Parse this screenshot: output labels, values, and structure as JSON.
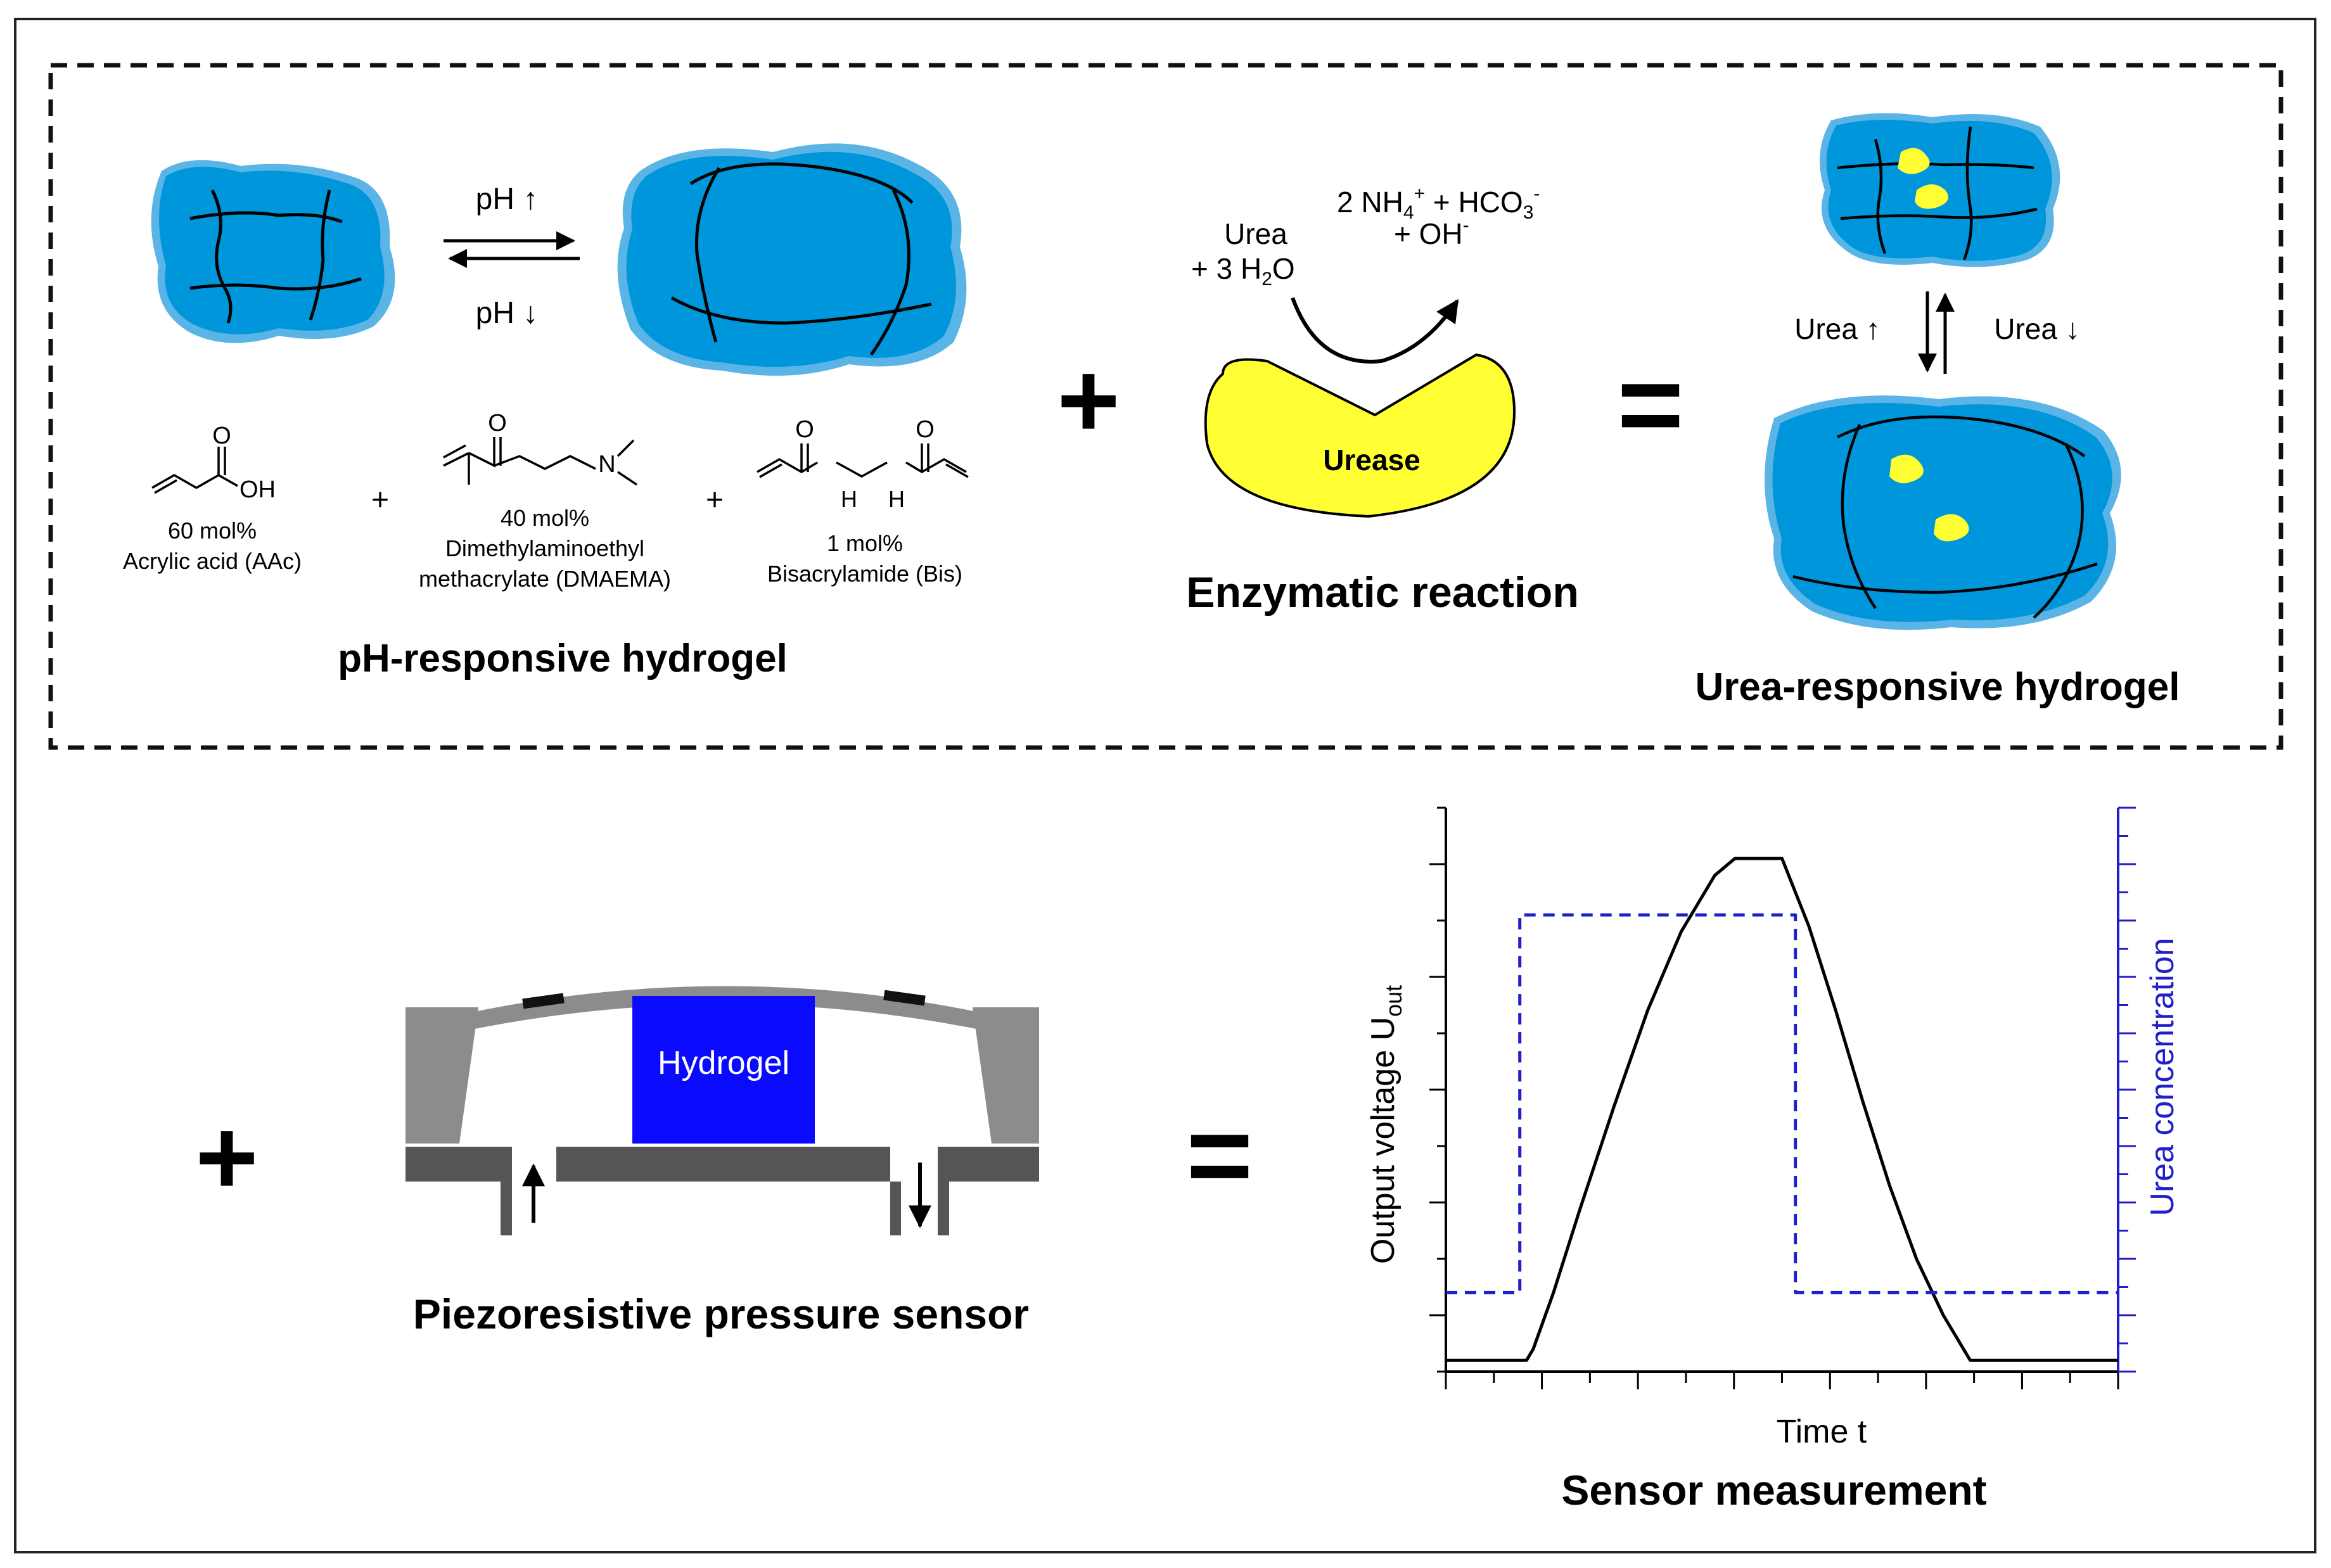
{
  "colors": {
    "gel": "#0096dc",
    "gel_edge": "#5ab4e6",
    "enzyme": "#ffff33",
    "sensor_blue": "#0a0aff",
    "urea_axis": "#1f1fcc",
    "gray_light": "#8c8c8c",
    "gray_dark": "#555555"
  },
  "top_panel": {
    "ph_up": "pH ↑",
    "ph_down": "pH ↓",
    "monomers": [
      {
        "line1": "60 mol%",
        "line2": "Acrylic acid (AAc)",
        "line3": "",
        "atom": "OH",
        "atom_o": "O"
      },
      {
        "line1": "40 mol%",
        "line2": "Dimethylaminoethyl",
        "line3": "methacrylate (DMAEMA)",
        "atom": "N",
        "atom_o": "O"
      },
      {
        "line1": "1 mol%",
        "line2": "Bisacrylamide (Bis)",
        "line3": "",
        "atom": "H",
        "atom_o": "O"
      }
    ],
    "plus": "+",
    "small_plus": "+",
    "ph_hydrogel_label": "pH-responsive hydrogel",
    "reaction_reactant_1": "Urea",
    "reaction_reactant_2": "+ 3 H",
    "reaction_reactant_2_sub": "2",
    "reaction_reactant_2_end": "O",
    "reaction_product_1": "2 NH",
    "reaction_product_1_sub": "4",
    "reaction_product_1_sup": "+",
    "reaction_product_1_end": " + HCO",
    "reaction_product_1_sub2": "3",
    "reaction_product_1_sup2": "-",
    "reaction_product_2": "+ OH",
    "reaction_product_2_sup": "-",
    "enzyme_label": "Urease",
    "enzymatic_label": "Enzymatic reaction",
    "equals": "=",
    "urea_up": "Urea ↑",
    "urea_down": "Urea ↓",
    "urea_hydrogel_label": "Urea-responsive hydrogel"
  },
  "bottom_panel": {
    "plus": "+",
    "equals": "=",
    "hydrogel_label": "Hydrogel",
    "sensor_label": "Piezoresistive pressure sensor",
    "measurement_label": "Sensor measurement"
  },
  "chart_data": {
    "type": "line",
    "xlabel": "Time t",
    "ylabel_left": "Output voltage U",
    "ylabel_left_sub": "out",
    "ylabel_right": "Urea concentration",
    "xlim": [
      0,
      100
    ],
    "ylim": [
      0,
      100
    ],
    "series": [
      {
        "role": "output-voltage",
        "style": "solid",
        "color": "#000000",
        "x": [
          0,
          12,
          13,
          16,
          20,
          25,
          30,
          35,
          40,
          43,
          46,
          47,
          50,
          54,
          58,
          62,
          66,
          70,
          74,
          78,
          100
        ],
        "y": [
          2,
          2,
          4,
          14,
          29,
          47,
          64,
          78,
          88,
          91,
          91,
          91,
          91,
          79,
          64,
          48,
          33,
          20,
          10,
          2,
          2
        ]
      },
      {
        "role": "urea-concentration",
        "style": "dashed",
        "color": "#1f1fcc",
        "x": [
          0,
          11,
          11,
          52,
          52,
          100
        ],
        "y": [
          14,
          14,
          81,
          81,
          14,
          14
        ]
      }
    ],
    "grid": false,
    "legend": "none"
  }
}
